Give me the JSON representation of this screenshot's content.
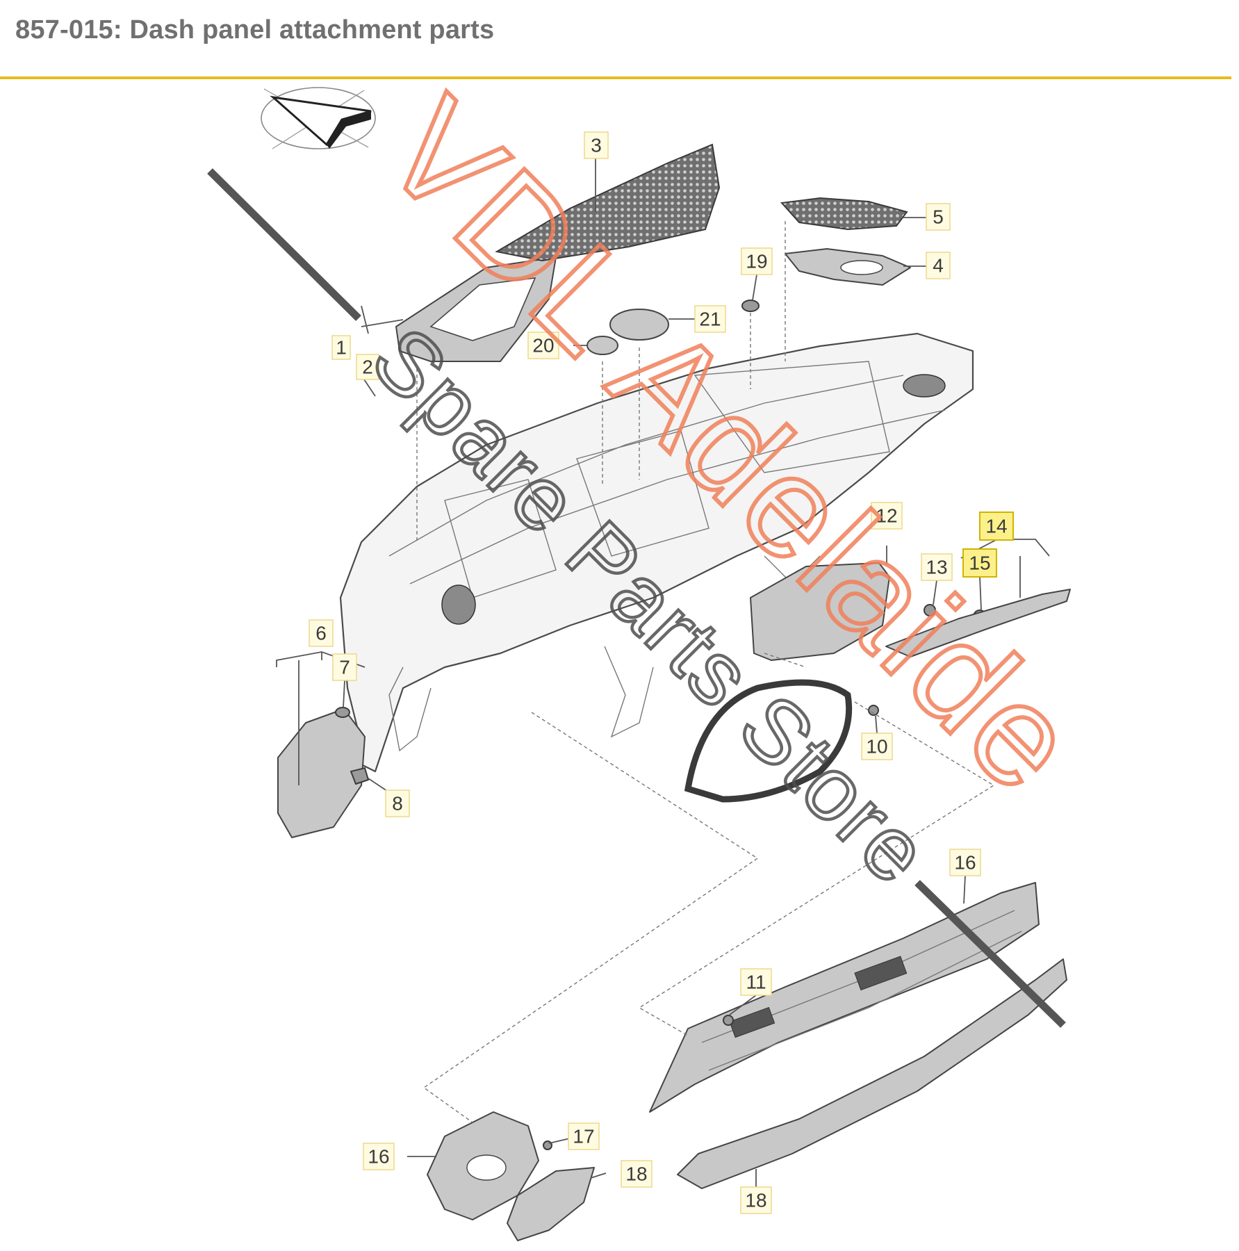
{
  "header": {
    "title": "857-015: Dash panel attachment parts"
  },
  "colors": {
    "accent_rule": "#e7bb1e",
    "title_text": "#707070",
    "callout_fill": "#fffbe0",
    "callout_highlight": "#fbf08a",
    "watermark_orange": "#f0805a",
    "watermark_gray": "#555555"
  },
  "icons": {
    "orientation": "direction-arrow-icon"
  },
  "callouts": [
    {
      "id": "c1",
      "label": "1",
      "highlight": false
    },
    {
      "id": "c2",
      "label": "2",
      "highlight": false
    },
    {
      "id": "c3",
      "label": "3",
      "highlight": false
    },
    {
      "id": "c4",
      "label": "4",
      "highlight": false
    },
    {
      "id": "c5",
      "label": "5",
      "highlight": false
    },
    {
      "id": "c6",
      "label": "6",
      "highlight": false
    },
    {
      "id": "c7",
      "label": "7",
      "highlight": false
    },
    {
      "id": "c8",
      "label": "8",
      "highlight": false
    },
    {
      "id": "c10",
      "label": "10",
      "highlight": false
    },
    {
      "id": "c11",
      "label": "11",
      "highlight": false
    },
    {
      "id": "c12",
      "label": "12",
      "highlight": false
    },
    {
      "id": "c13",
      "label": "13",
      "highlight": false
    },
    {
      "id": "c14",
      "label": "14",
      "highlight": true
    },
    {
      "id": "c15",
      "label": "15",
      "highlight": true
    },
    {
      "id": "c16a",
      "label": "16",
      "highlight": false
    },
    {
      "id": "c16b",
      "label": "16",
      "highlight": false
    },
    {
      "id": "c17",
      "label": "17",
      "highlight": false
    },
    {
      "id": "c18a",
      "label": "18",
      "highlight": false
    },
    {
      "id": "c18b",
      "label": "18",
      "highlight": false
    },
    {
      "id": "c19",
      "label": "19",
      "highlight": false
    },
    {
      "id": "c20",
      "label": "20",
      "highlight": false
    },
    {
      "id": "c21",
      "label": "21",
      "highlight": false
    }
  ],
  "watermark": {
    "line1": "VDL Adelaide",
    "line2": "Spare Parts Store"
  }
}
